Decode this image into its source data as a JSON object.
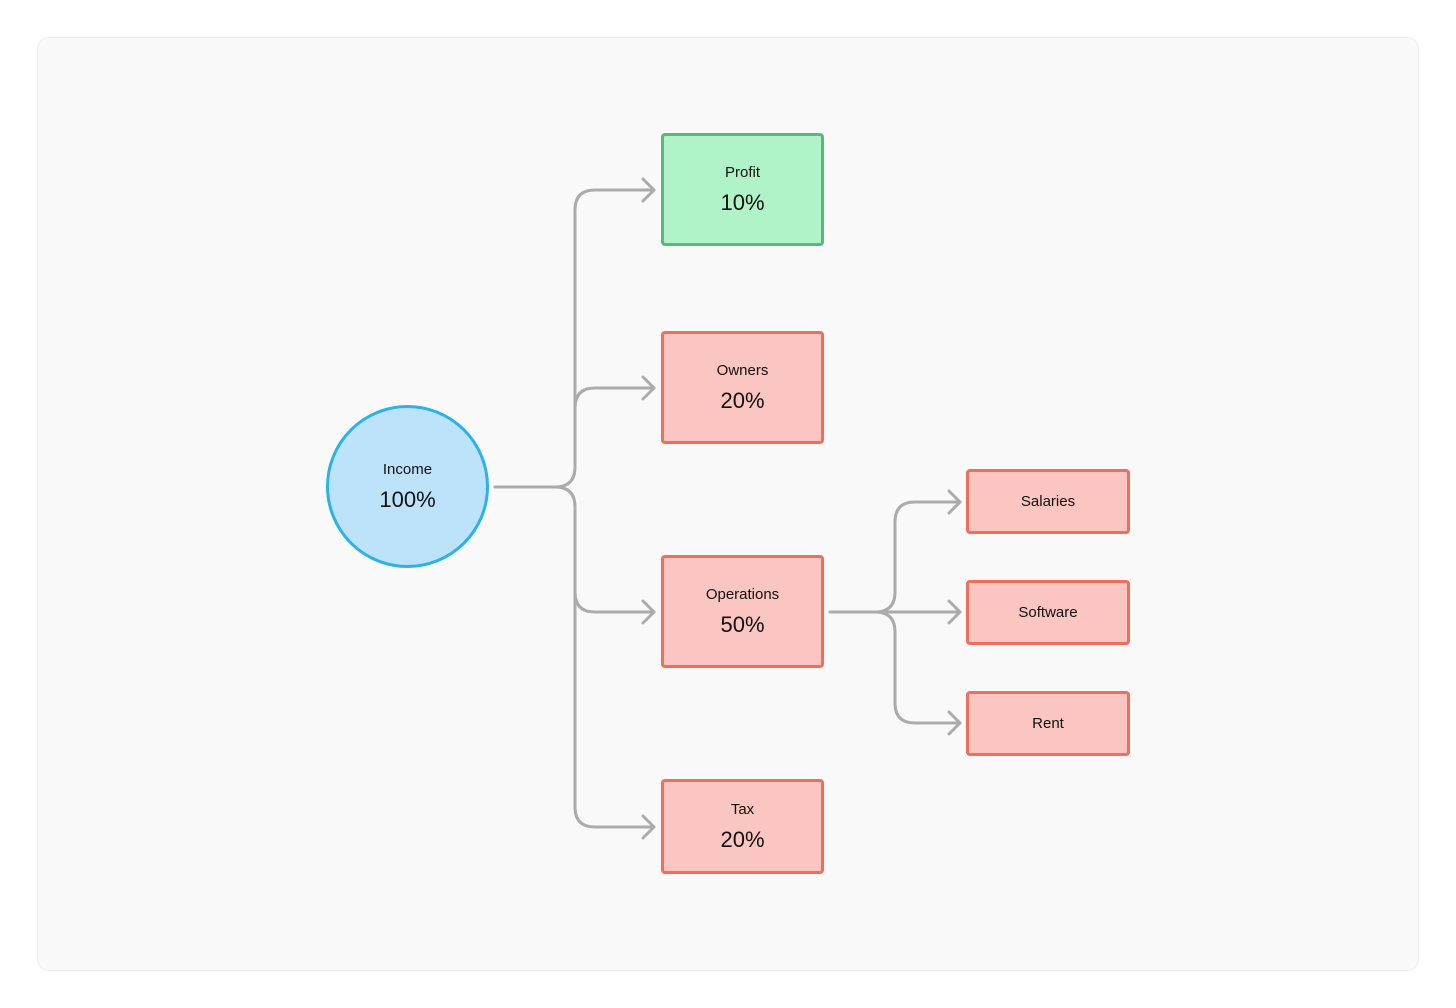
{
  "colors": {
    "income_fill": "#bde3fb",
    "income_border": "#2db1ea",
    "profit_fill": "#b1f3c8",
    "profit_border": "#5cb87a",
    "expense_fill": "#fbc5c1",
    "expense_border": "#ee6f5b",
    "connector": "#ababab",
    "canvas_bg": "#f9f9f9"
  },
  "income": {
    "label": "Income",
    "value": "100%"
  },
  "allocations": [
    {
      "label": "Profit",
      "value": "10%"
    },
    {
      "label": "Owners",
      "value": "20%"
    },
    {
      "label": "Operations",
      "value": "50%"
    },
    {
      "label": "Tax",
      "value": "20%"
    }
  ],
  "operations_breakdown": [
    {
      "label": "Salaries"
    },
    {
      "label": "Software"
    },
    {
      "label": "Rent"
    }
  ]
}
